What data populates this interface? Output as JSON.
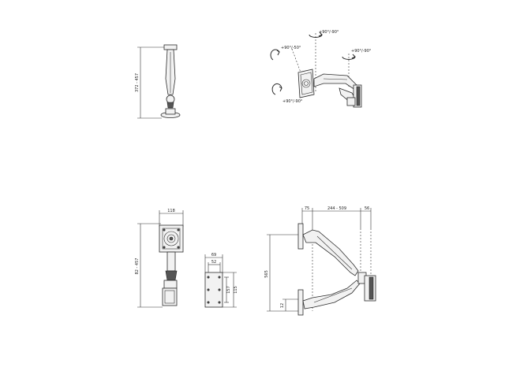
{
  "views": {
    "side_view": {
      "height_label": "372 - 457"
    },
    "rotation_view": {
      "rotation_top": "+90°/-90°",
      "rotation_left": "+90°/-50°",
      "rotation_right": "+90°/-90°",
      "rotation_bottom": "+90°/-90°"
    },
    "front_view": {
      "width_label": "118",
      "height_label": "82 - 457"
    },
    "clamp_view": {
      "width_outer": "69",
      "width_inner": "52",
      "height_outer": "157",
      "height_inner": "115"
    },
    "extension_view": {
      "depth_left": "75",
      "depth_mid": "244 - 509",
      "depth_right": "56",
      "height_main": "565",
      "height_low": "12"
    }
  }
}
